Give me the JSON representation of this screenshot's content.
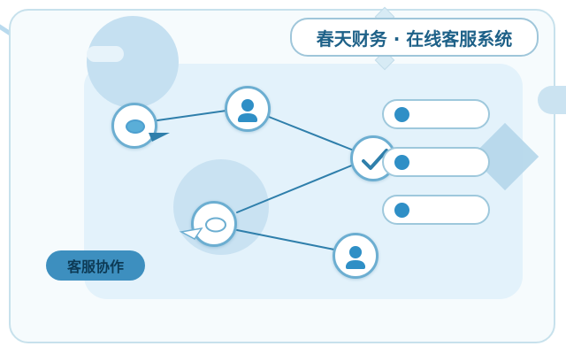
{
  "title": "春天财务 · 在线客服系统",
  "badge": "客服协作",
  "nodes": [
    {
      "name": "chat-bubble-node-top",
      "icon": "chat-bubble-icon"
    },
    {
      "name": "user-node-top",
      "icon": "user-icon"
    },
    {
      "name": "check-node",
      "icon": "checkmark-icon"
    },
    {
      "name": "chat-bubble-node-bottom",
      "icon": "chat-bubble-icon"
    },
    {
      "name": "user-node-bottom",
      "icon": "user-icon"
    }
  ],
  "list_items": [
    {
      "icon": "dot-icon"
    },
    {
      "icon": "dot-icon"
    },
    {
      "icon": "dot-icon"
    }
  ],
  "colors": {
    "accent": "#2f8fc6",
    "title_text": "#1e6188",
    "link_line": "#2f7fab",
    "panel": "#e3f2fb",
    "badge_bg": "#3d8fbf"
  }
}
